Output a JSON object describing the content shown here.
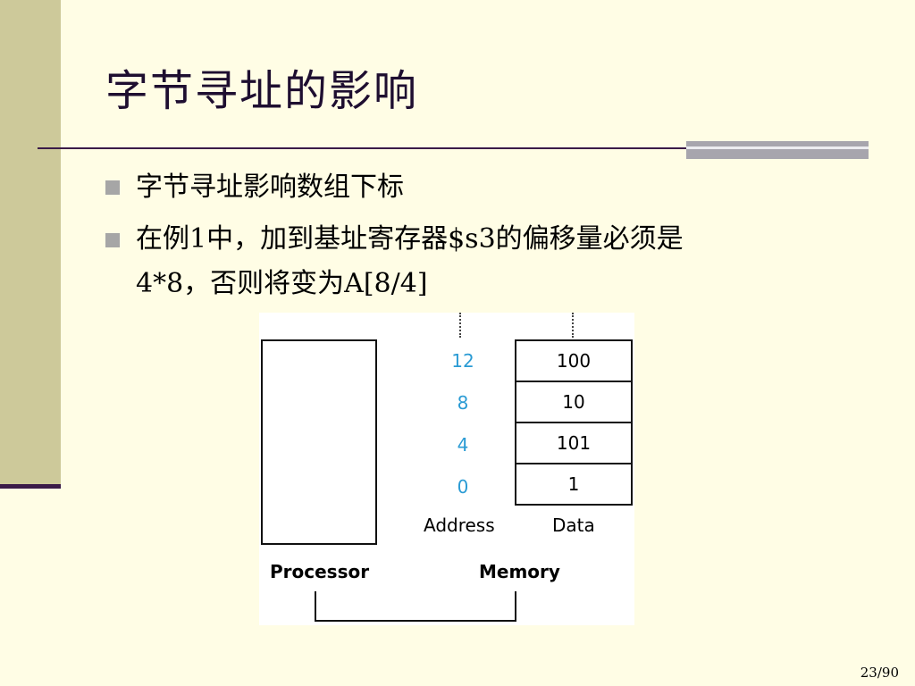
{
  "slide": {
    "title": "字节寻址的影响",
    "bullets": [
      {
        "line1": "字节寻址影响数组下标"
      },
      {
        "line1": "在例1中，加到基址寄存器$s3的偏移量必须是",
        "line2": "4*8，否则将变为A[8/4]"
      }
    ],
    "page_number": "23/90"
  },
  "diagram": {
    "memory_rows": [
      {
        "address": "12",
        "data": "100"
      },
      {
        "address": "8",
        "data": "10"
      },
      {
        "address": "4",
        "data": "101"
      },
      {
        "address": "0",
        "data": "1"
      }
    ],
    "address_label": "Address",
    "data_label": "Data",
    "processor_label": "Processor",
    "memory_label": "Memory",
    "address_color": "#2a9bd4"
  }
}
